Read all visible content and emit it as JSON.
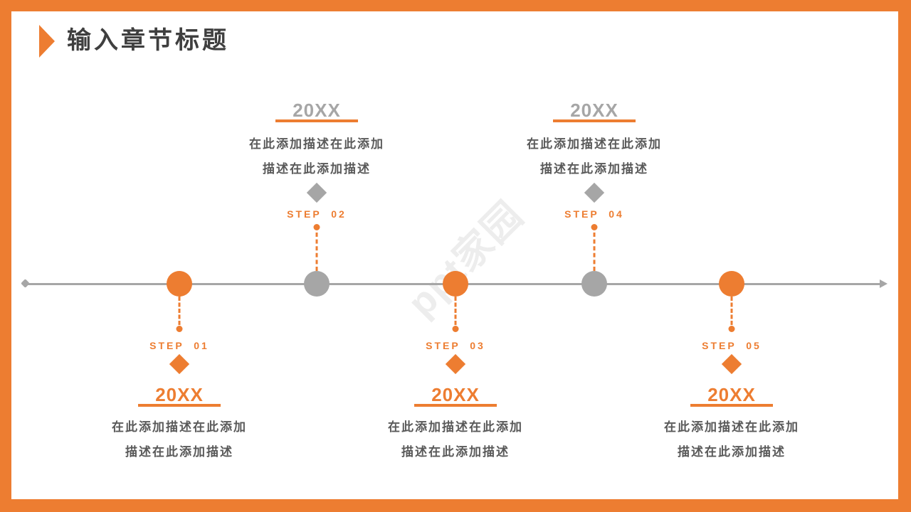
{
  "colors": {
    "accent_orange": "#ED7D31",
    "gray": "#A6A6A6",
    "title_text": "#3F3F3F",
    "body_text": "#595959"
  },
  "header": {
    "title": "输入章节标题"
  },
  "watermark": {
    "text": "ppt家园"
  },
  "timeline": {
    "items": [
      {
        "step": "STEP  01",
        "year": "20XX",
        "desc_line1": "在此添加描述在此添加",
        "desc_line2": "描述在此添加描述",
        "side": "below",
        "color": "orange"
      },
      {
        "step": "STEP  02",
        "year": "20XX",
        "desc_line1": "在此添加描述在此添加",
        "desc_line2": "描述在此添加描述",
        "side": "above",
        "color": "gray"
      },
      {
        "step": "STEP  03",
        "year": "20XX",
        "desc_line1": "在此添加描述在此添加",
        "desc_line2": "描述在此添加描述",
        "side": "below",
        "color": "orange"
      },
      {
        "step": "STEP  04",
        "year": "20XX",
        "desc_line1": "在此添加描述在此添加",
        "desc_line2": "描述在此添加描述",
        "side": "above",
        "color": "gray"
      },
      {
        "step": "STEP  05",
        "year": "20XX",
        "desc_line1": "在此添加描述在此添加",
        "desc_line2": "描述在此添加描述",
        "side": "below",
        "color": "orange"
      }
    ]
  }
}
